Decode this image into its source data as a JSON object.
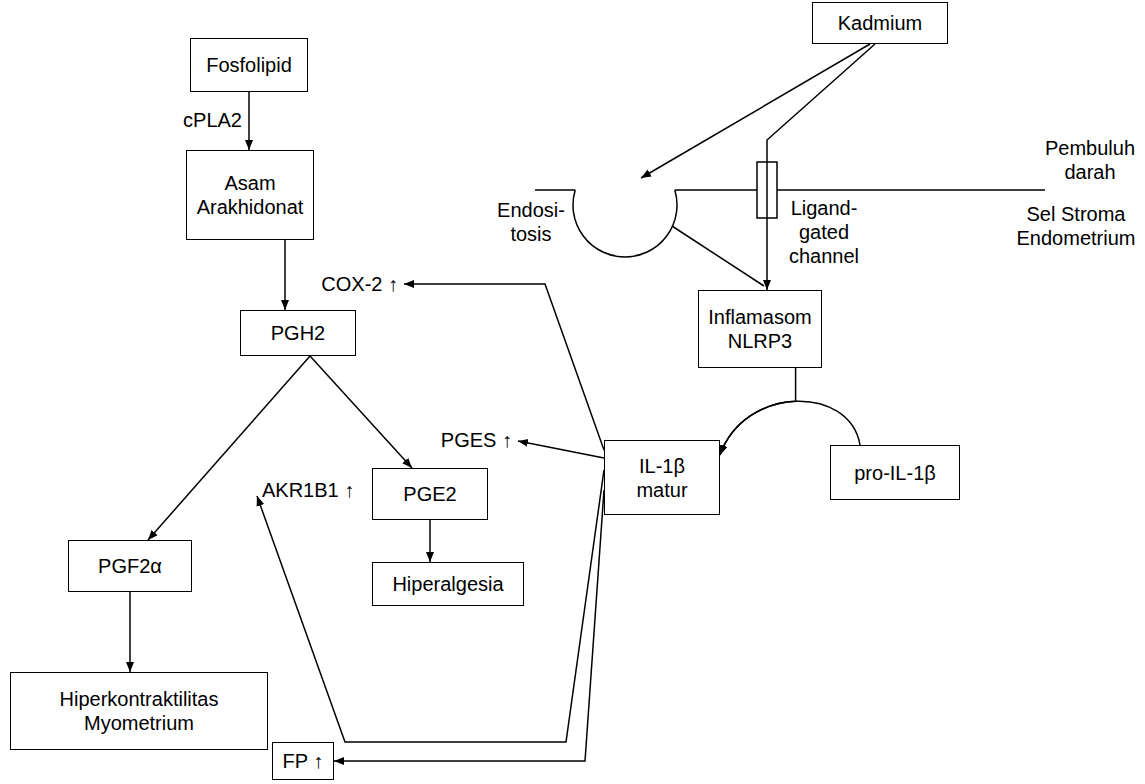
{
  "diagram": {
    "nodes": [
      {
        "text": [
          "Fosfolipid"
        ]
      },
      {
        "text": [
          "Asam Arakhidonat"
        ]
      },
      {
        "text": [
          "PGH2"
        ]
      },
      {
        "text": [
          "PGE2"
        ]
      },
      {
        "text": [
          "PGF2α"
        ]
      },
      {
        "text": [
          "Hiperalgesia"
        ]
      },
      {
        "text": [
          "Hiperkontraktilitas Myometrium"
        ]
      },
      {
        "text": [
          "FP ↑"
        ]
      },
      {
        "text": [
          "Kadmium"
        ]
      },
      {
        "text": [
          "Inflamasom NLRP3"
        ]
      },
      {
        "text": [
          "IL-1β matur"
        ]
      },
      {
        "text": [
          "pro-IL-1β"
        ]
      }
    ],
    "edges": [
      {
        "from": 0,
        "to": 1,
        "arrow": "to",
        "label": "cPLA2"
      },
      {
        "from": 1,
        "to": 2,
        "arrow": "to",
        "label": "COX-2 ↑"
      },
      {
        "from": 2,
        "to": 3,
        "arrow": "to",
        "label": "PGES ↑"
      },
      {
        "from": 2,
        "to": 4,
        "arrow": "to",
        "label": "AKR1B1 ↑"
      },
      {
        "from": 3,
        "to": 5,
        "arrow": "to"
      },
      {
        "from": 4,
        "to": 6,
        "arrow": "to"
      },
      {
        "from": 8,
        "to": 9,
        "arrow": "to"
      },
      {
        "from": 9,
        "to": 10,
        "arrow": "to"
      },
      {
        "from": 11,
        "to": 10,
        "arrow": "to"
      },
      {
        "from": 10,
        "to": 7,
        "arrow": "to"
      }
    ],
    "labels": [
      "Endosi- tosis",
      "Ligand- gated channel",
      "Pembuluh darah",
      "Sel Stroma Endometrium"
    ]
  }
}
